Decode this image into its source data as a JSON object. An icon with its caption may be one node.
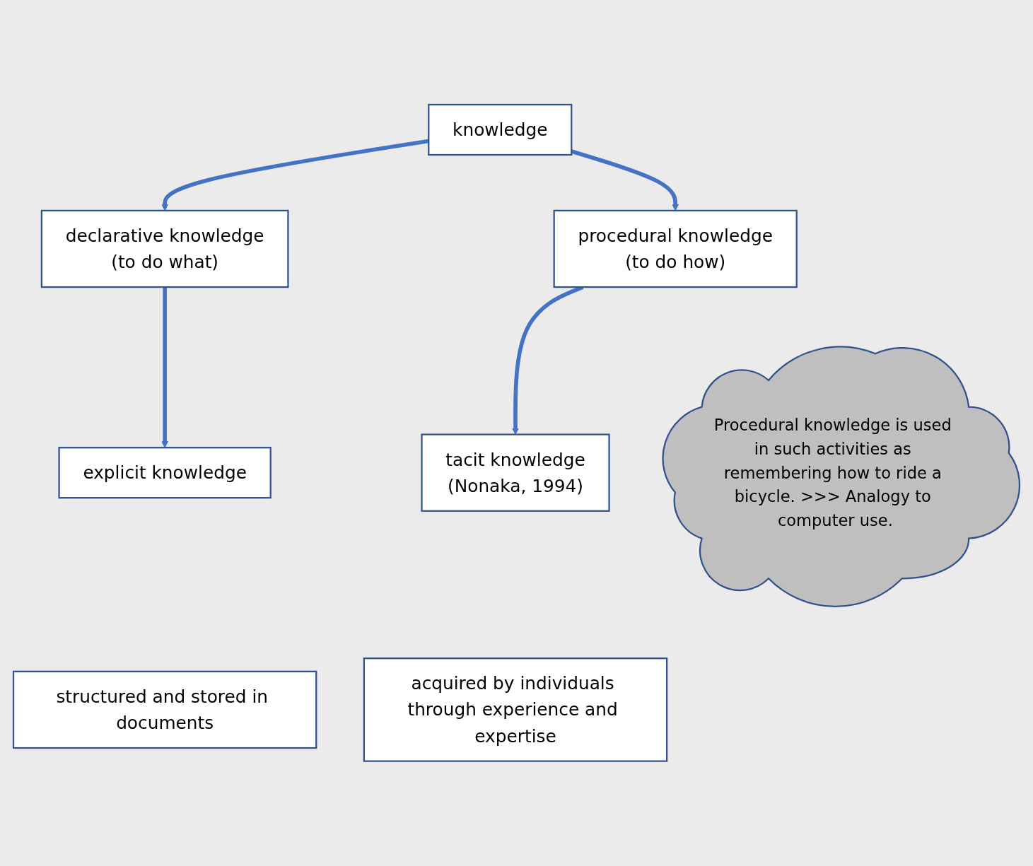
{
  "diagram": {
    "nodes": [
      {
        "text": [
          "knowledge"
        ]
      },
      {
        "text": [
          "declarative knowledge",
          "(to do what)"
        ]
      },
      {
        "text": [
          "procedural knowledge",
          "(to do how)"
        ]
      },
      {
        "text": [
          "explicit knowledge"
        ]
      },
      {
        "text": [
          "structured and stored in documents"
        ]
      },
      {
        "text": [
          "tacit knowledge",
          "(Nonaka, 1994)"
        ]
      },
      {
        "text": [
          "acquired by individuals through experience and expertise"
        ]
      },
      {
        "text": [
          "Procedural knowledge is used in such activities as remembering how to ride a bicycle. >>> Analogy to computer use."
        ]
      }
    ],
    "edges": [
      {
        "from": 0,
        "to": 1,
        "arrow": "to"
      },
      {
        "from": 0,
        "to": 2,
        "arrow": "to"
      },
      {
        "from": 1,
        "to": 3,
        "arrow": "to"
      },
      {
        "from": 2,
        "to": 5,
        "arrow": "to"
      }
    ]
  }
}
